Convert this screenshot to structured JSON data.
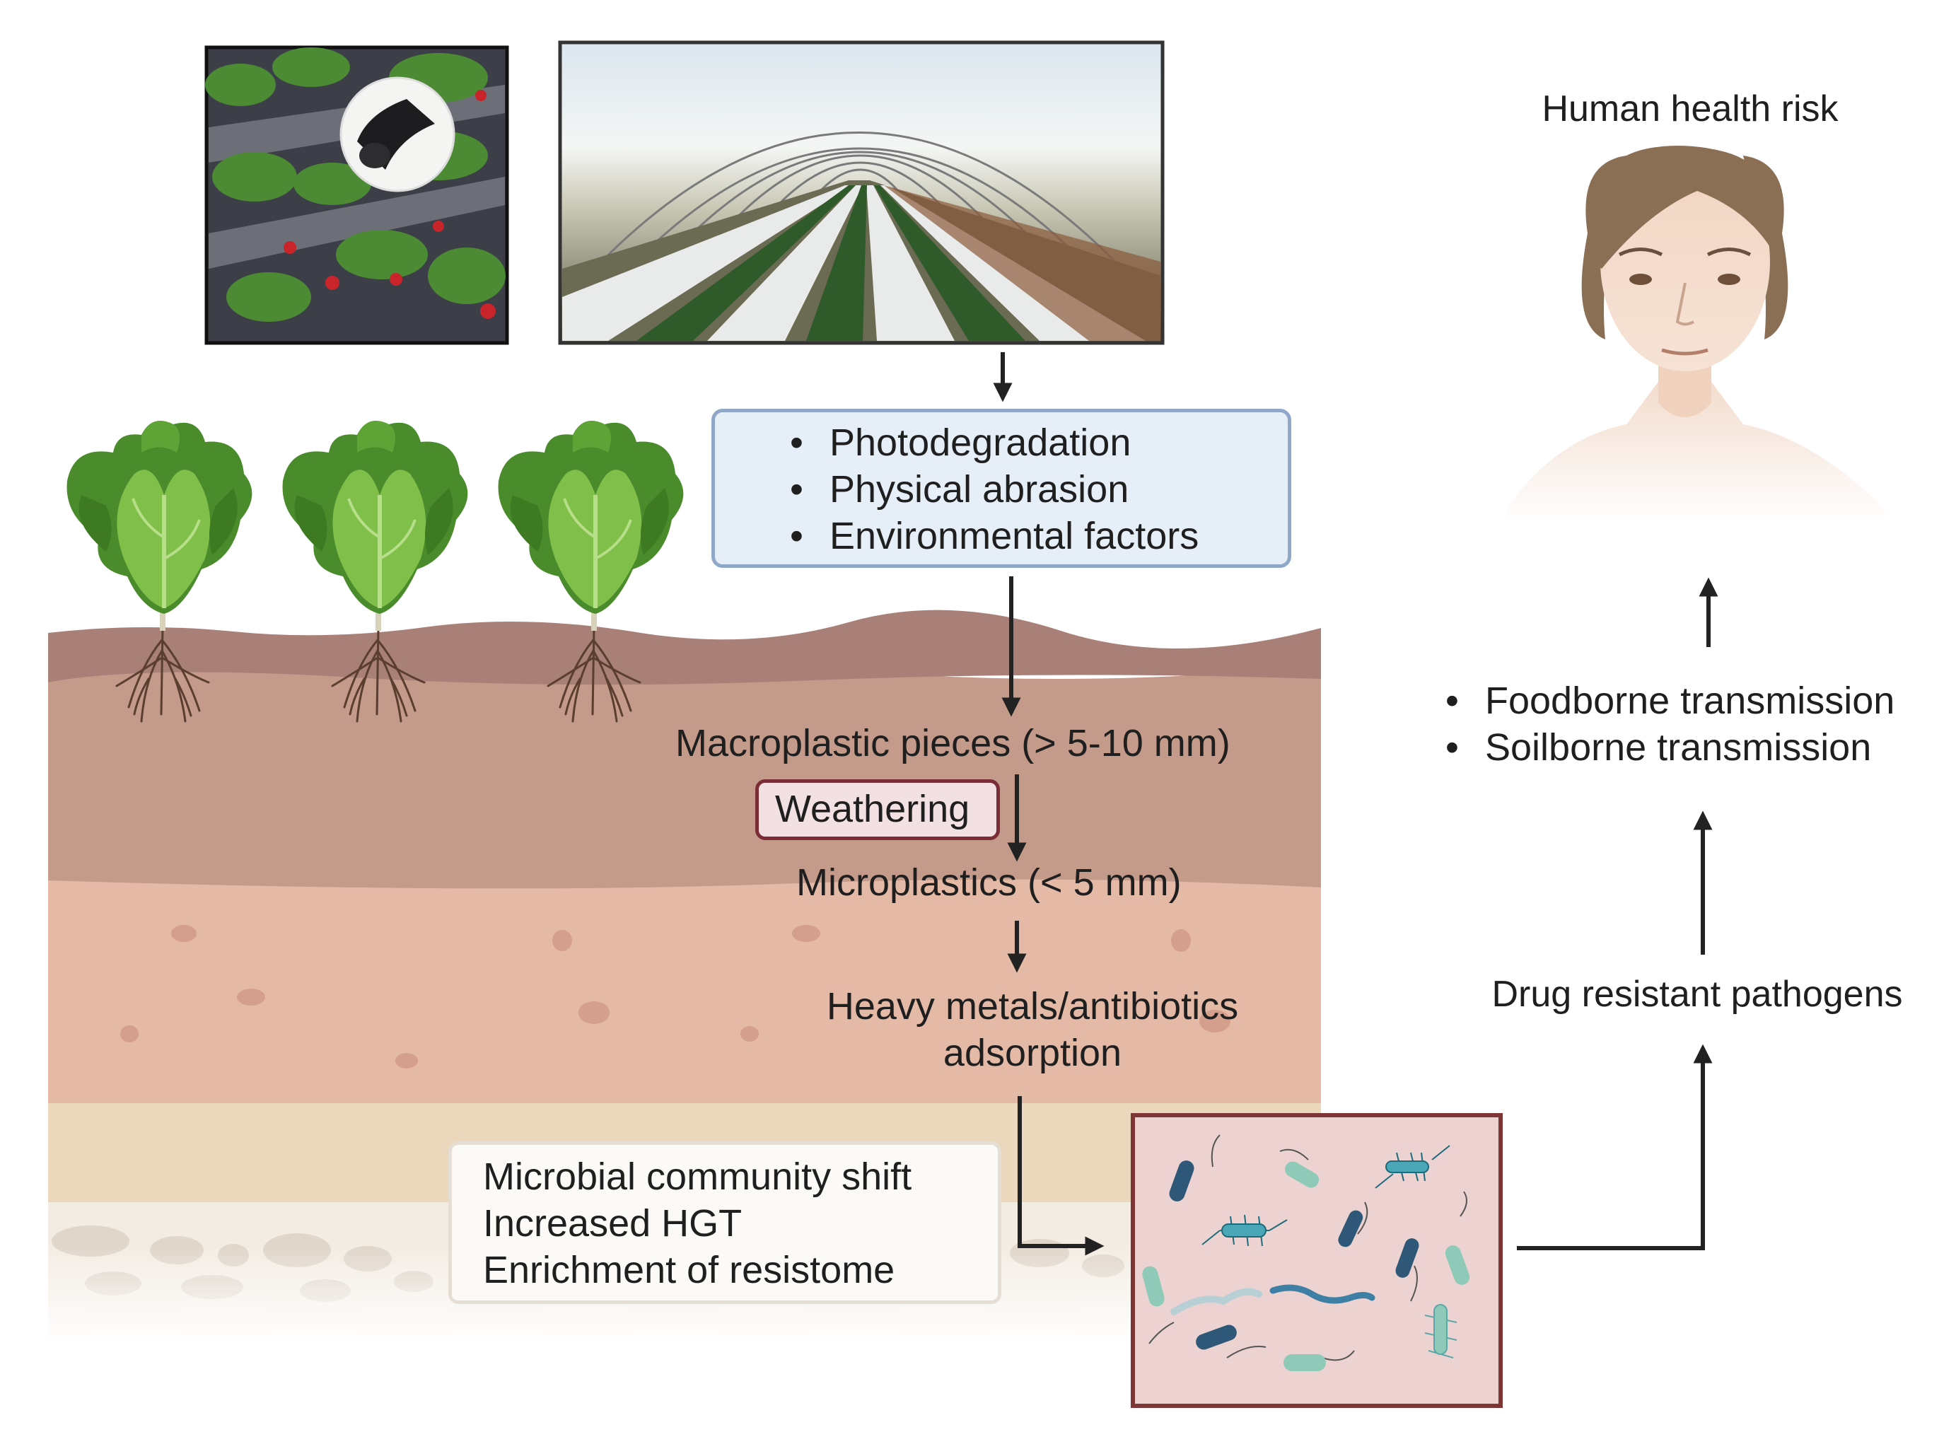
{
  "images": {
    "mulch_photo": "plastic-mulch-film-strawberry-photo",
    "greenhouse_photo": "polytunnel-greenhouse-photo",
    "lettuce": "lettuce-plant-icon",
    "person": "human-head-icon",
    "bacteria": "bacteria-cluster-icon"
  },
  "process": {
    "items": [
      "Photodegradation",
      "Physical abrasion",
      "Environmental factors"
    ]
  },
  "soil": {
    "macroplastic": "Macroplastic pieces (> 5-10 mm)",
    "weathering": "Weathering",
    "microplastics": "Microplastics (< 5 mm)",
    "adsorption_line1": "Heavy metals/antibiotics",
    "adsorption_line2": "adsorption"
  },
  "effects": {
    "items": [
      "Microbial community shift",
      "Increased HGT",
      "Enrichment of resistome"
    ]
  },
  "right": {
    "human_title": "Human health risk",
    "transmission": [
      "Foodborne transmission",
      "Soilborne transmission"
    ],
    "pathogens": "Drug resistant pathogens"
  },
  "colors": {
    "topsoil": "#a98078",
    "midsoil": "#c49a8b",
    "lowsoil": "#e4b9a6",
    "sand": "#ead7bc",
    "process_fill": "#e6eef8",
    "process_border": "#8fa8c9",
    "weathering_border": "#7a2d36",
    "bacteria_box_fill": "#ecd3d1",
    "bacteria_box_border": "#7d3535",
    "arrow": "#222222"
  }
}
